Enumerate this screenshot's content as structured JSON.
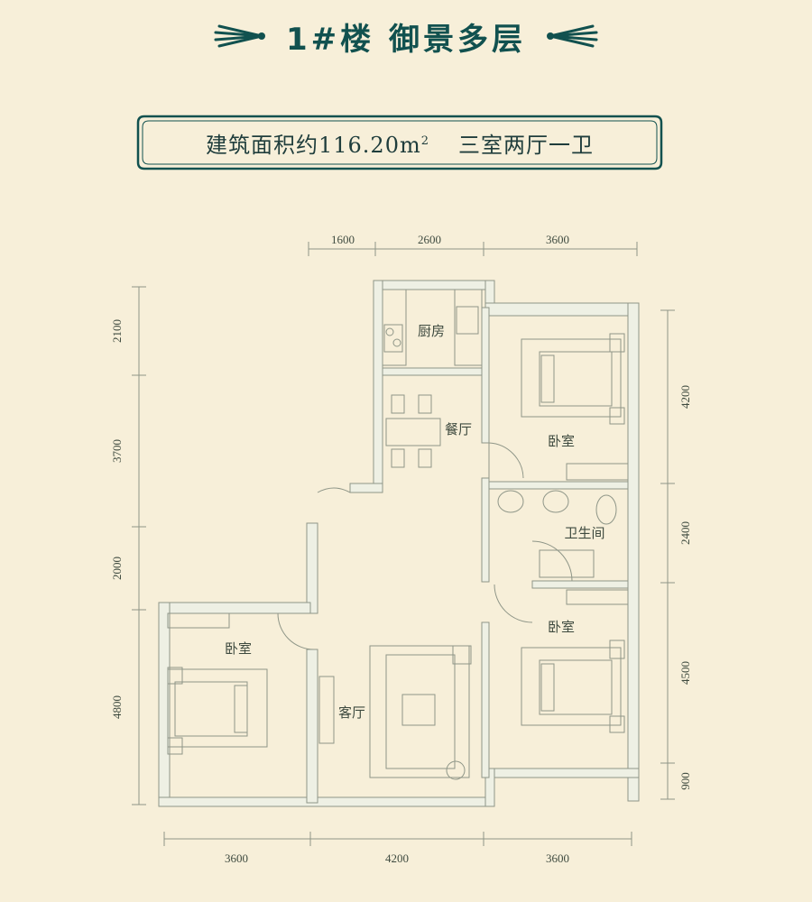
{
  "title": "1#楼  御景多层",
  "banner": {
    "area_prefix": "建筑面积约116.20m",
    "area_sup": "2",
    "layout": "三室两厅一卫"
  },
  "rooms": {
    "kitchen": "厨房",
    "dining": "餐厅",
    "bedroom_top_right": "卧室",
    "bathroom": "卫生间",
    "bedroom_mid_right": "卧室",
    "bedroom_left": "卧室",
    "living": "客厅"
  },
  "dimensions": {
    "top": [
      "1600",
      "2600",
      "3600"
    ],
    "bottom": [
      "3600",
      "4200",
      "3600"
    ],
    "left": [
      "2100",
      "3700",
      "2000",
      "4800"
    ],
    "right": [
      "4200",
      "2400",
      "4500",
      "900"
    ]
  },
  "colors": {
    "background": "#f7efd9",
    "accent": "#11514f",
    "wall": "#eef0e4",
    "wall_edge": "#8f9688"
  }
}
